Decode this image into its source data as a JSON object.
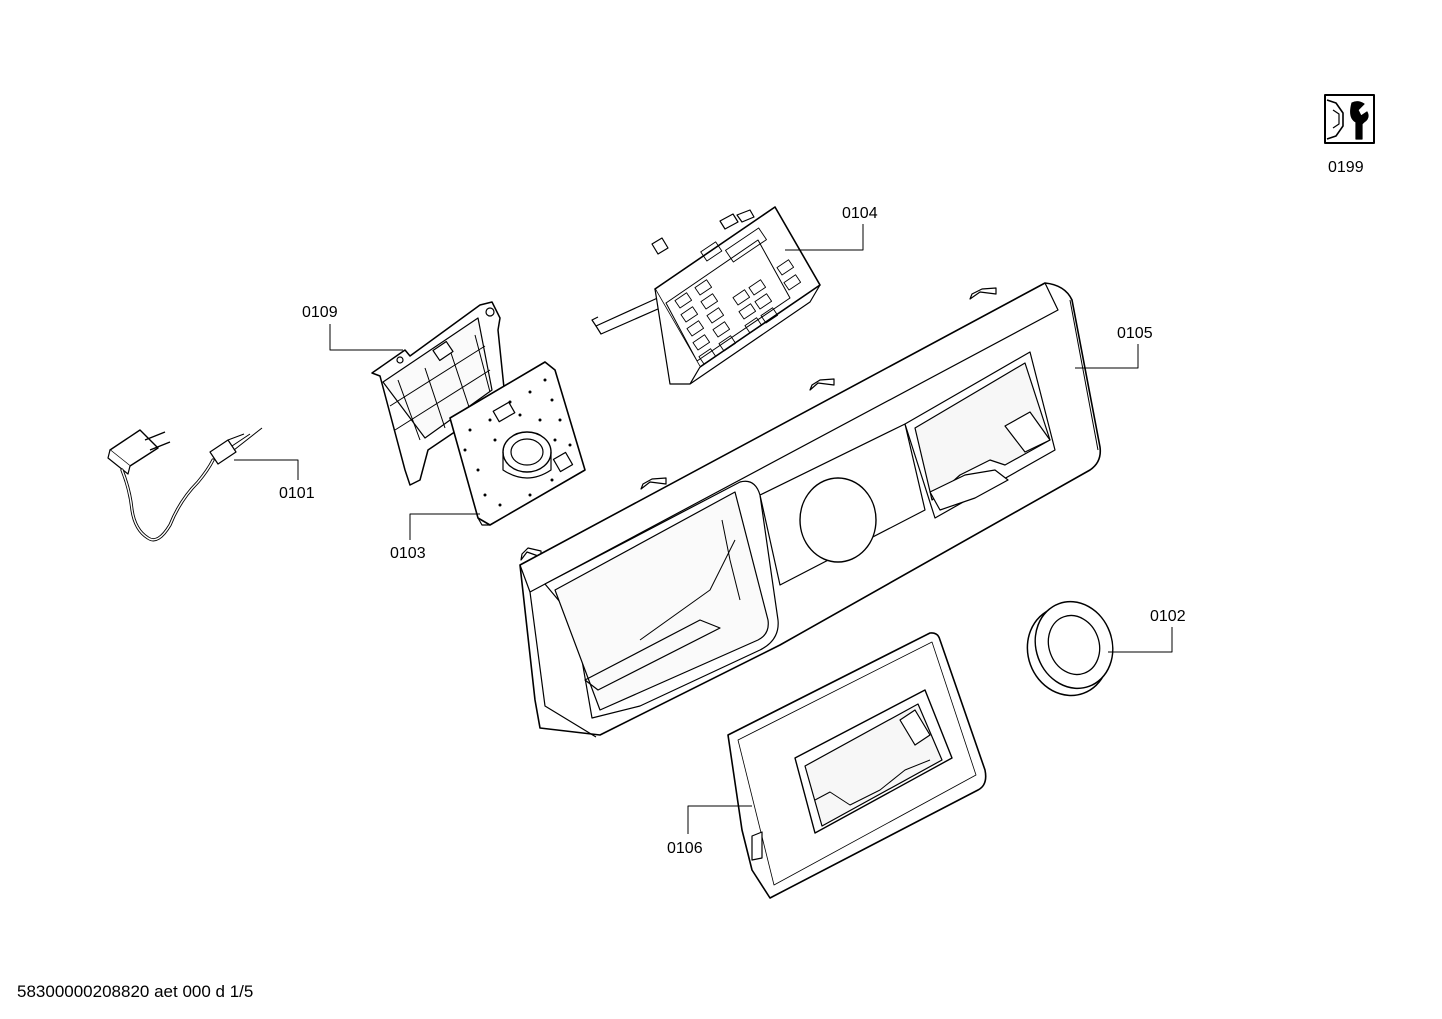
{
  "parts": [
    {
      "id": "service-icon",
      "label": "0199"
    },
    {
      "id": "display-module",
      "label": "0104"
    },
    {
      "id": "panel-housing",
      "label": "0105"
    },
    {
      "id": "mounting-bracket",
      "label": "0109"
    },
    {
      "id": "power-cord",
      "label": "0101"
    },
    {
      "id": "control-board",
      "label": "0103"
    },
    {
      "id": "knob-ring",
      "label": "0102"
    },
    {
      "id": "detergent-drawer-handle",
      "label": "0106"
    }
  ],
  "footer": {
    "text": "58300000208820 aet 000 d 1/5"
  },
  "colors": {
    "line": "#000000",
    "shade": "#f0f0f0",
    "background": "#ffffff"
  }
}
